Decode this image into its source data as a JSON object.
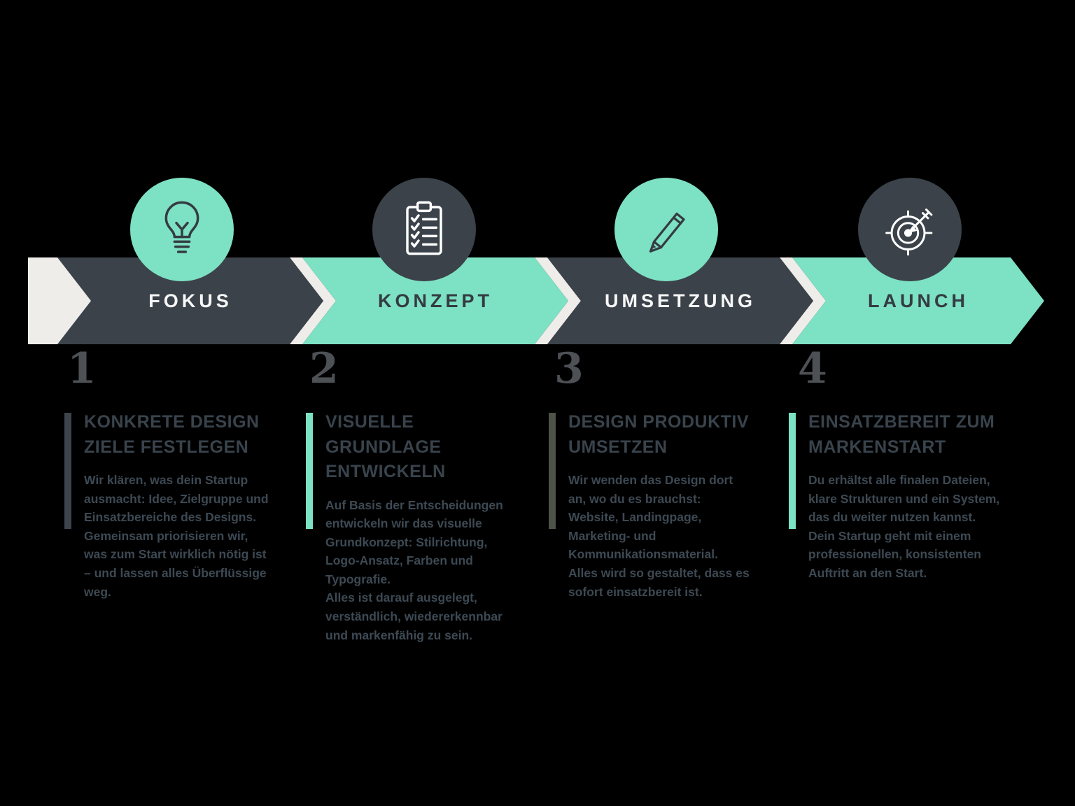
{
  "title": "Design-Prozess Zeitstrahl",
  "colors": {
    "dark": "#3b424a",
    "teal": "#7de1c3",
    "light_chevron": "#efedea",
    "heading_text": "#39434c",
    "body_text": "#3d4953",
    "number_text": "#4d5055",
    "background": "#000000"
  },
  "stages": [
    {
      "number": "1",
      "label": "FOKUS",
      "icon": "lightbulb-icon",
      "arrow_color": "#3b424a",
      "circle_color": "#7de1c3",
      "accent_color": "#3d444c",
      "heading": "KONKRETE DESIGN ZIELE FESTLEGEN",
      "body": "Wir klären, was dein Startup ausmacht: Idee, Zielgruppe und Einsatzbereiche des Designs.\nGemeinsam priorisieren wir, was zum Start wirklich nötig ist – und lassen alles Überflüssige weg."
    },
    {
      "number": "2",
      "label": "KONZEPT",
      "icon": "clipboard-checklist-icon",
      "arrow_color": "#7de1c3",
      "circle_color": "#3b424a",
      "accent_color": "#7de1c3",
      "heading": "VISUELLE GRUNDLAGE ENTWICKELN",
      "body": "Auf Basis der Entscheidungen entwickeln wir das visuelle Grundkonzept: Stilrichtung, Logo-Ansatz, Farben und Typografie.\nAlles ist darauf ausgelegt, verständlich, wiedererkennbar und markenfähig zu sein."
    },
    {
      "number": "3",
      "label": "UMSETZUNG",
      "icon": "pencil-icon",
      "arrow_color": "#3b424a",
      "circle_color": "#7de1c3",
      "accent_color": "#4d5347",
      "heading": "DESIGN PRODUKTIV UMSETZEN",
      "body": "Wir wenden das Design dort an, wo du es brauchst: Website, Landingpage, Marketing- und Kommunikationsmaterial.\nAlles wird so gestaltet, dass es sofort einsatzbereit ist."
    },
    {
      "number": "4",
      "label": "LAUNCH",
      "icon": "target-arrow-icon",
      "arrow_color": "#7de1c3",
      "circle_color": "#3b424a",
      "accent_color": "#7de1c3",
      "heading": "EINSATZBEREIT ZUM MARKENSTART",
      "body": "Du erhältst alle finalen Dateien, klare Strukturen und ein System, das du weiter nutzen kannst.\nDein Startup geht mit einem professionellen, konsistenten Auftritt an den Start."
    }
  ]
}
